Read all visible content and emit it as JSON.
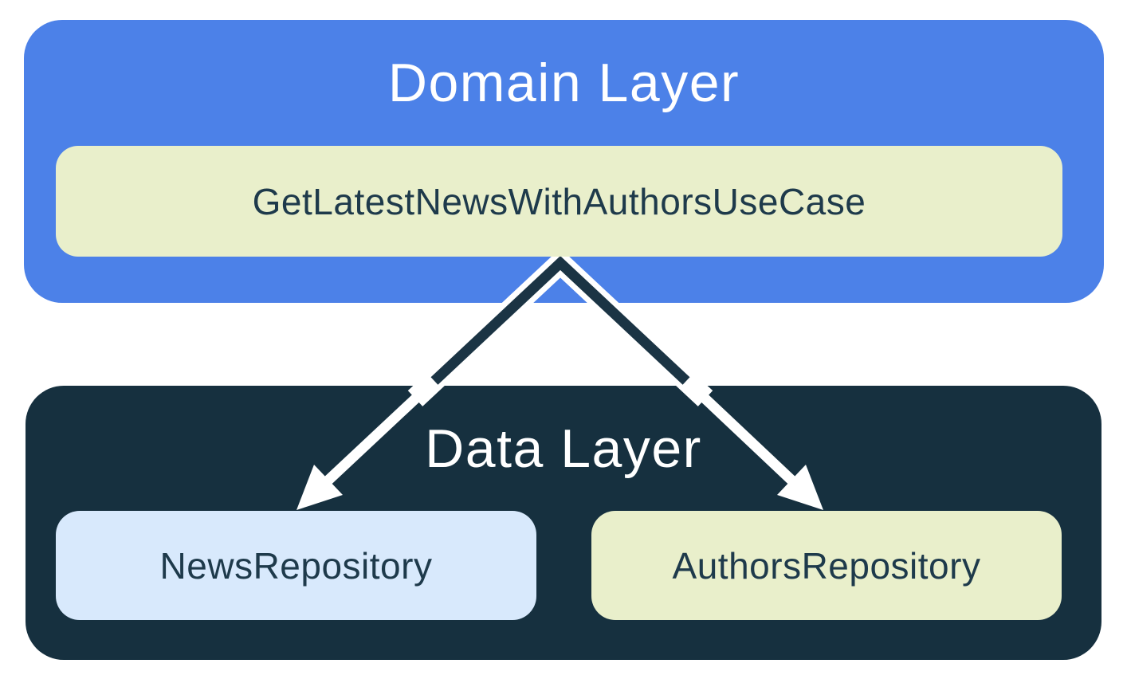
{
  "diagram": {
    "domain_layer": {
      "title": "Domain Layer",
      "use_case": "GetLatestNewsWithAuthorsUseCase"
    },
    "data_layer": {
      "title": "Data Layer",
      "repositories": [
        {
          "name": "NewsRepository"
        },
        {
          "name": "AuthorsRepository"
        }
      ]
    },
    "relations": [
      {
        "from": "GetLatestNewsWithAuthorsUseCase",
        "to": "NewsRepository"
      },
      {
        "from": "GetLatestNewsWithAuthorsUseCase",
        "to": "AuthorsRepository"
      }
    ],
    "colors": {
      "domain_bg": "#4c81e8",
      "data_bg": "#16303f",
      "use_case_bg": "#e9efcb",
      "news_repo_bg": "#d8e9fc",
      "authors_repo_bg": "#e9efcb",
      "title_text": "#ffffff",
      "node_text": "#1e3a4b",
      "arrow_dark": "#1b3444",
      "arrow_light": "#ffffff"
    }
  }
}
